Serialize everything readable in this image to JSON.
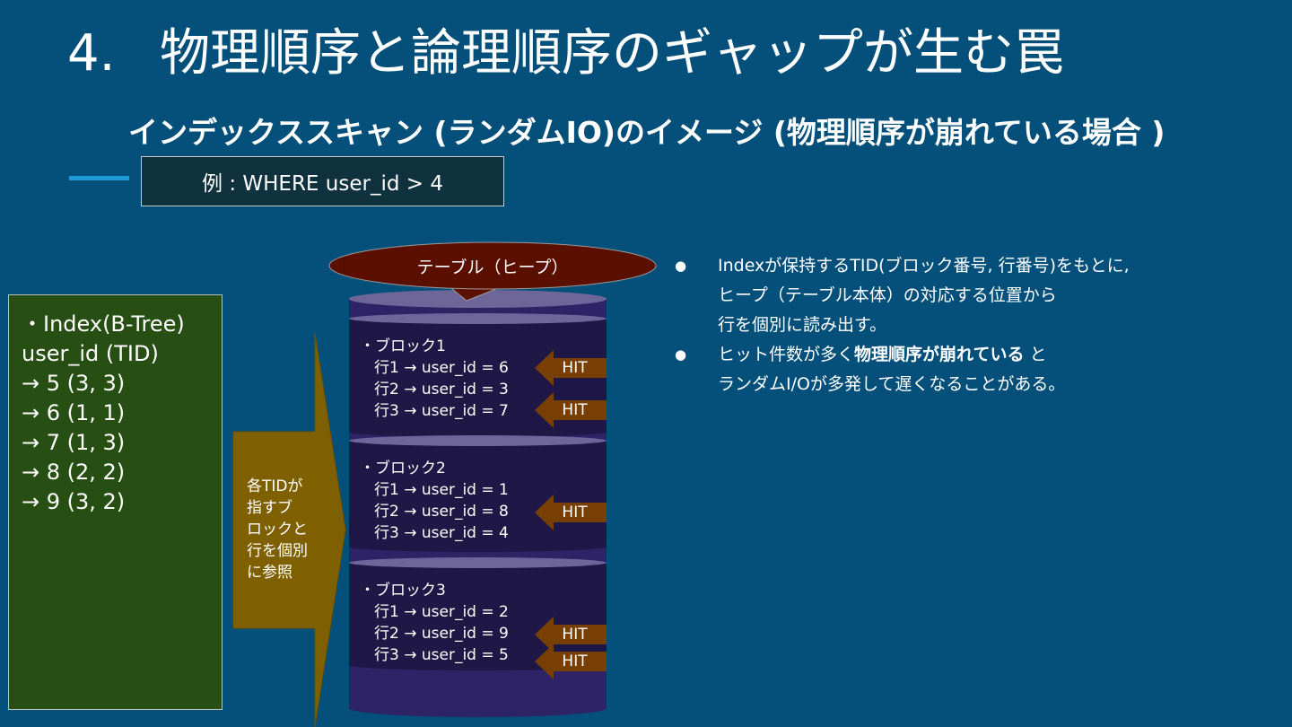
{
  "slide": {
    "number": "4.",
    "title": "物理順序と論理順序のギャップが生む罠",
    "subtitle": "インデックススキャン (ランダムIO)のイメージ (物理順序が崩れている場合 )",
    "example": "例 : WHERE user_id > 4"
  },
  "index": {
    "lines": [
      "・Index(B-Tree)",
      "user_id (TID)",
      "→ 5 (3, 3)",
      "→ 6 (1, 1)",
      "→ 7 (1, 3)",
      "→ 8 (2, 2)",
      "→ 9 (3, 2)"
    ]
  },
  "arrow": {
    "label_lines": [
      "各TIDが",
      "指すブ",
      "ロックと",
      "行を個別",
      "に参照"
    ]
  },
  "heap": {
    "label": "テーブル（ヒープ）",
    "blocks": [
      {
        "title": "・ブロック1",
        "rows": [
          "行1 → user_id = 6",
          "行2 → user_id = 3",
          "行3 → user_id = 7"
        ]
      },
      {
        "title": "・ブロック2",
        "rows": [
          "行1 → user_id = 1",
          "行2 → user_id = 8",
          "行3 → user_id = 4"
        ]
      },
      {
        "title": "・ブロック3",
        "rows": [
          "行1 → user_id = 2",
          "行2 → user_id = 9",
          "行3 → user_id = 5"
        ]
      }
    ],
    "hit_label": "HIT"
  },
  "bullets": [
    {
      "lines": [
        "Indexが保持するTID(ブロック番号, 行番号)をもとに,",
        "ヒープ（テーブル本体）の対応する位置から",
        "行を個別に読み出す。"
      ]
    },
    {
      "prefix": "ヒット件数が多く",
      "bold": "物理順序が崩れている",
      "suffix": " と",
      "lines": [
        "ランダムI/Oが多発して遅くなることがある。"
      ]
    }
  ],
  "colors": {
    "background": "#04507a",
    "index_box": "#274e13",
    "arrow": "#7f6000",
    "heap_ellipse": "#5b0f00",
    "cylinder": "#1f1746",
    "hit_arrow": "#783f04",
    "accent": "#1e9ad6"
  }
}
